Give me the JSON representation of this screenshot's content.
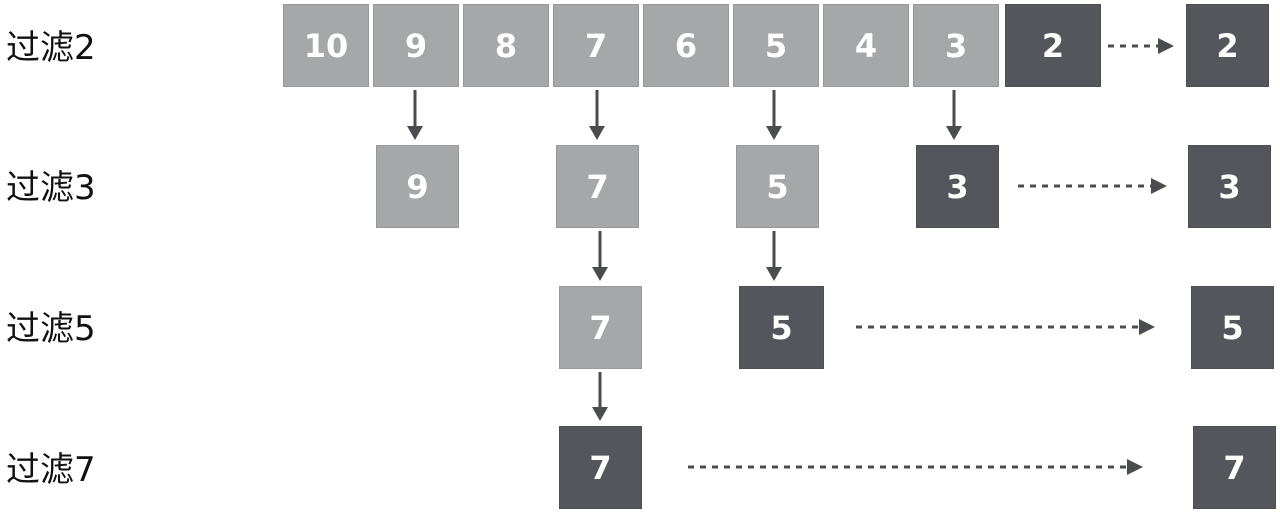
{
  "colors": {
    "light": "#a6a7a9",
    "dark": "#55565b",
    "arrow": "#4b4c50"
  },
  "rows": [
    {
      "label": "过滤2",
      "items": [
        "10",
        "9",
        "8",
        "7",
        "6",
        "5",
        "4",
        "3"
      ],
      "prime": "2",
      "result": "2"
    },
    {
      "label": "过滤3",
      "items": [
        "9",
        "7",
        "5"
      ],
      "prime": "3",
      "result": "3"
    },
    {
      "label": "过滤5",
      "items": [
        "7"
      ],
      "prime": "5",
      "result": "5"
    },
    {
      "label": "过滤7",
      "items": [],
      "prime": "7",
      "result": "7"
    }
  ]
}
